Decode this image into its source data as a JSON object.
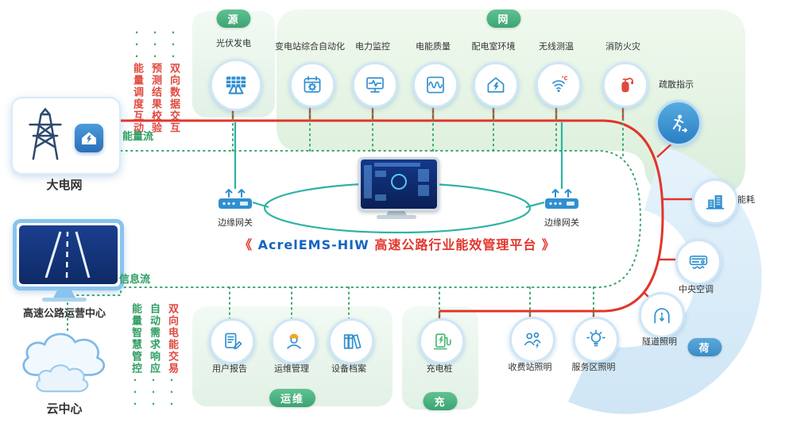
{
  "title": {
    "left_quote": "《",
    "brand": "AcrelEMS-HIW",
    "text": " 高速公路行业能效管理平台",
    "right_quote": "》"
  },
  "palette": {
    "energy_line_red": "#e2352b",
    "info_line_green": "#3aa76d",
    "gateway_teal": "#2fb3a3",
    "icon_blue": "#2f8fd0",
    "badge_green": "#3da473",
    "badge_blue": "#3c8cc4",
    "network_region_green": "#dfF0dc",
    "load_band_blue": "#d6eaf8"
  },
  "left_column": {
    "grid_label": "大电网",
    "center_label": "高速公路运营中心",
    "cloud_label": "云中心"
  },
  "flows": {
    "energy_label": "能量流",
    "info_label": "信息流",
    "leader_dots": "···",
    "top_terms": [
      {
        "text": "能量调度互动"
      },
      {
        "text": "预测结果校验"
      },
      {
        "text": "双向数据交互"
      }
    ],
    "bottom_terms": [
      {
        "text": "能量智慧管控"
      },
      {
        "text": "自动需求响应"
      },
      {
        "text": "双向电能交易"
      }
    ]
  },
  "gateways": {
    "left_label": "边缘网关",
    "right_label": "边缘网关"
  },
  "sections": {
    "source": {
      "badge": "源",
      "items": [
        {
          "label": "光伏发电",
          "icon": "solar-panel"
        }
      ]
    },
    "network": {
      "badge": "网",
      "items": [
        {
          "label": "变电站综合自动化",
          "icon": "substation-automation"
        },
        {
          "label": "电力监控",
          "icon": "power-monitoring"
        },
        {
          "label": "电能质量",
          "icon": "power-quality"
        },
        {
          "label": "配电室环境",
          "icon": "distribution-room-env"
        },
        {
          "label": "无线测温",
          "icon": "wireless-temperature"
        },
        {
          "label": "消防火灾",
          "icon": "fire-extinguisher"
        },
        {
          "label": "疏散指示",
          "icon": "evacuation-sign"
        }
      ]
    },
    "load": {
      "badge": "荷",
      "items": [
        {
          "label": "能耗",
          "icon": "building-energy"
        },
        {
          "label": "中央空调",
          "icon": "central-ac"
        },
        {
          "label": "隧道照明",
          "icon": "tunnel-lighting"
        },
        {
          "label": "收费站照明",
          "icon": "toll-station-lighting"
        },
        {
          "label": "服务区照明",
          "icon": "service-area-lighting"
        }
      ]
    },
    "operations": {
      "badge": "运维",
      "items": [
        {
          "label": "用户报告",
          "icon": "user-report"
        },
        {
          "label": "运维管理",
          "icon": "om-management"
        },
        {
          "label": "设备档案",
          "icon": "equipment-archive"
        }
      ]
    },
    "charging": {
      "badge": "充",
      "items": [
        {
          "label": "充电桩",
          "icon": "charging-pile"
        }
      ]
    }
  }
}
